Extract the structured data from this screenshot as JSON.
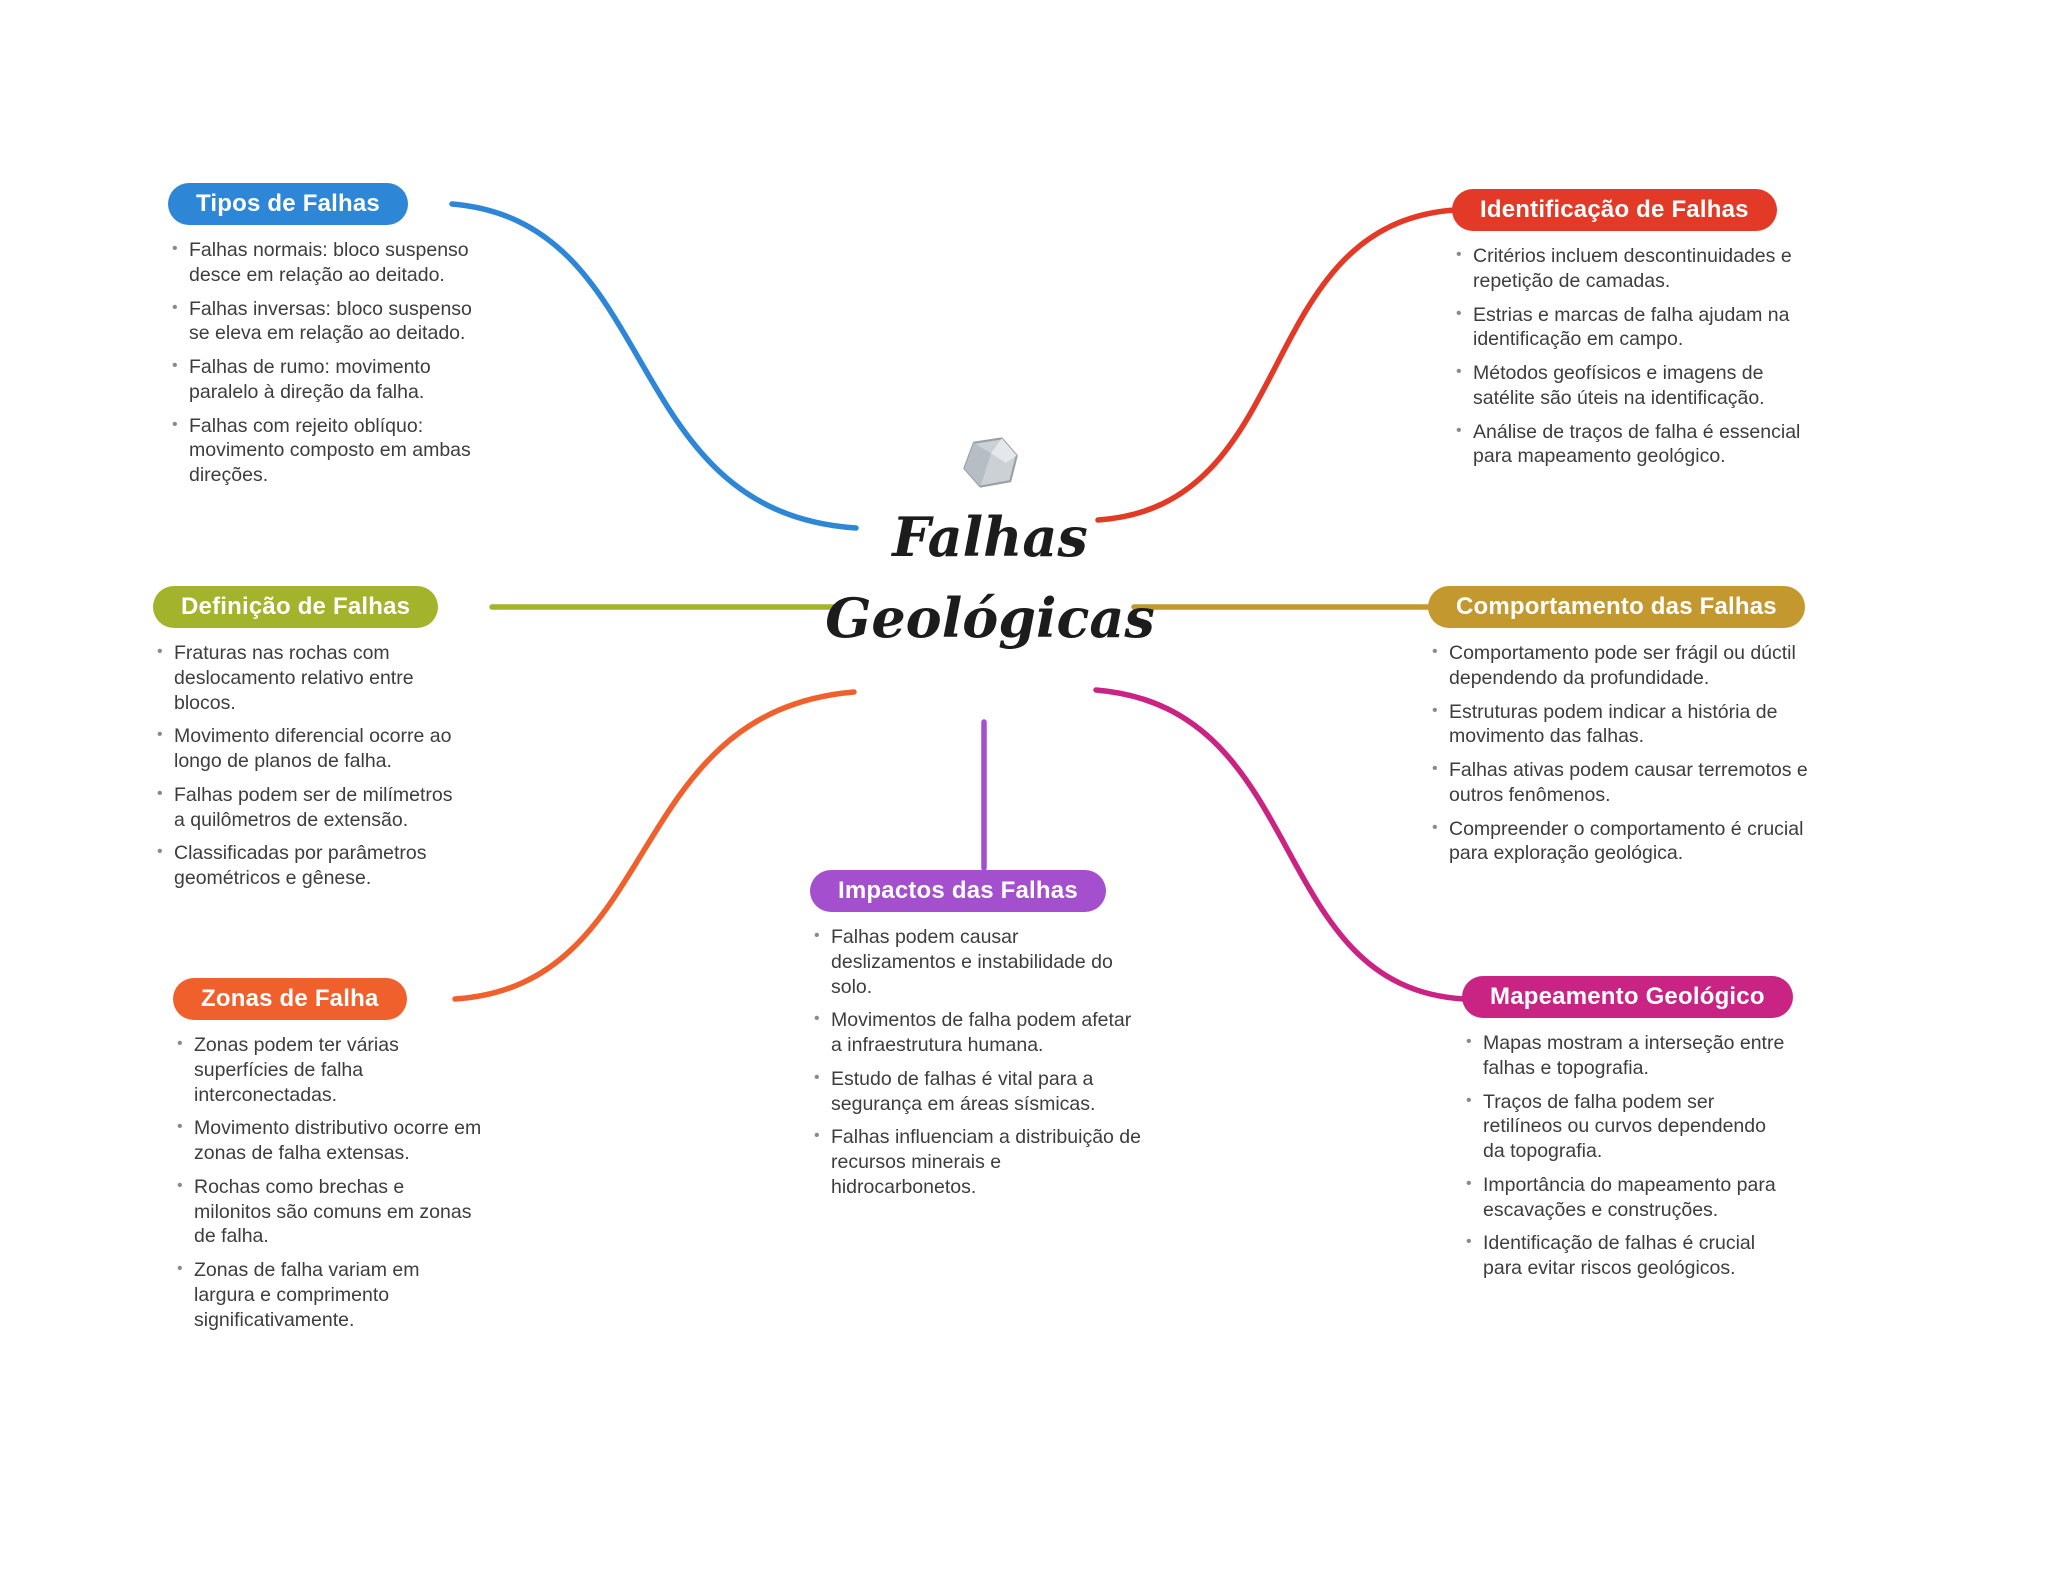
{
  "center": {
    "title_lines": [
      "Falhas",
      "Geológicas"
    ],
    "icon": "rock-icon"
  },
  "branches": [
    {
      "id": "tipos-de-falhas",
      "label": "Tipos de Falhas",
      "color": "#2e86d6",
      "bullets": [
        "Falhas normais: bloco suspenso desce em relação ao deitado.",
        "Falhas inversas: bloco suspenso se eleva em relação ao deitado.",
        "Falhas de rumo: movimento paralelo à direção da falha.",
        "Falhas com rejeito oblíquo: movimento composto em ambas direções."
      ]
    },
    {
      "id": "identificacao-de-falhas",
      "label": "Identificação de Falhas",
      "color": "#e23a26",
      "bullets": [
        "Critérios incluem descontinuidades e repetição de camadas.",
        "Estrias e marcas de falha ajudam na identificação em campo.",
        "Métodos geofísicos e imagens de satélite são úteis na identificação.",
        "Análise de traços de falha é essencial para mapeamento geológico."
      ]
    },
    {
      "id": "definicao-de-falhas",
      "label": "Definição de Falhas",
      "color": "#a3b32c",
      "bullets": [
        "Fraturas nas rochas com deslocamento relativo entre blocos.",
        "Movimento diferencial ocorre ao longo de planos de falha.",
        "Falhas podem ser de milímetros a quilômetros de extensão.",
        "Classificadas por parâmetros geométricos e gênese."
      ]
    },
    {
      "id": "comportamento-das-falhas",
      "label": "Comportamento das Falhas",
      "color": "#c3992f",
      "bullets": [
        "Comportamento pode ser frágil ou dúctil dependendo da profundidade.",
        "Estruturas podem indicar a história de movimento das falhas.",
        "Falhas ativas podem causar terremotos e outros fenômenos.",
        "Compreender o comportamento é crucial para exploração geológica."
      ]
    },
    {
      "id": "zonas-de-falha",
      "label": "Zonas de Falha",
      "color": "#f0602c",
      "bullets": [
        "Zonas podem ter várias superfícies de falha interconectadas.",
        "Movimento distributivo ocorre em zonas de falha extensas.",
        "Rochas como brechas e milonitos são comuns em zonas de falha.",
        "Zonas de falha variam em largura e comprimento significativamente."
      ]
    },
    {
      "id": "mapeamento-geologico",
      "label": "Mapeamento Geológico",
      "color": "#c92384",
      "bullets": [
        "Mapas mostram a interseção entre falhas e topografia.",
        "Traços de falha podem ser retilíneos ou curvos dependendo da topografia.",
        "Importância do mapeamento para escavações e construções.",
        "Identificação de falhas é crucial para evitar riscos geológicos."
      ]
    },
    {
      "id": "impactos-das-falhas",
      "label": "Impactos das Falhas",
      "color": "#a450ce",
      "bullets": [
        "Falhas podem causar deslizamentos e instabilidade do solo.",
        "Movimentos de falha podem afetar a infraestrutura humana.",
        "Estudo de falhas é vital para a segurança em áreas sísmicas.",
        "Falhas influenciam a distribuição de recursos minerais e hidrocarbonetos."
      ]
    }
  ]
}
